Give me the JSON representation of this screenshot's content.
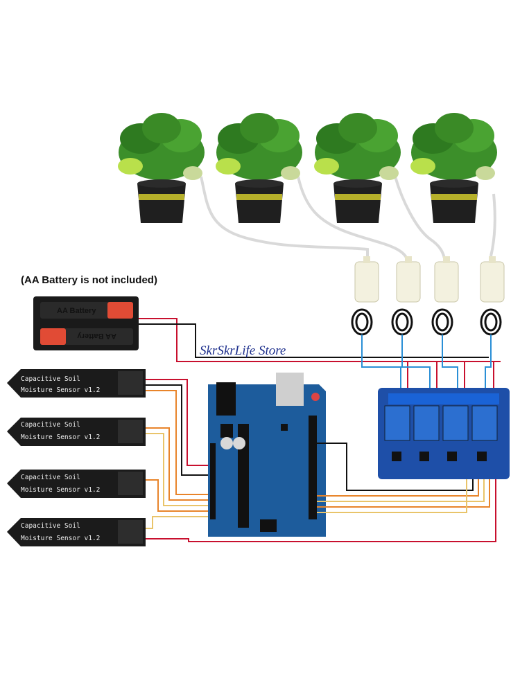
{
  "note": "(AA Battery is not included)",
  "battery_label_top": "AA Battery",
  "battery_label_bottom": "AA Battery",
  "sensor_line1": "Capacitive Soil",
  "sensor_line2": "Moisture Sensor v1.2",
  "watermark": "SkrSkrLife Store",
  "colors": {
    "wire_red": "#c8102e",
    "wire_black": "#111111",
    "wire_orange": "#e8842a",
    "wire_yellow": "#e9c46a",
    "wire_blue": "#2a8fd6",
    "arduino": "#1d5c9c",
    "relay_board": "#1e4fa8",
    "relay": "#2c6fd0",
    "sensor": "#1b1b1b",
    "pot": "#1f1f1f",
    "pot_band": "#b6b02a",
    "leaf": "#3c8f2a"
  },
  "icons": [
    "plant-icon",
    "pump-icon",
    "battery-holder-icon",
    "arduino-board-icon",
    "relay-module-icon",
    "soil-sensor-icon"
  ]
}
